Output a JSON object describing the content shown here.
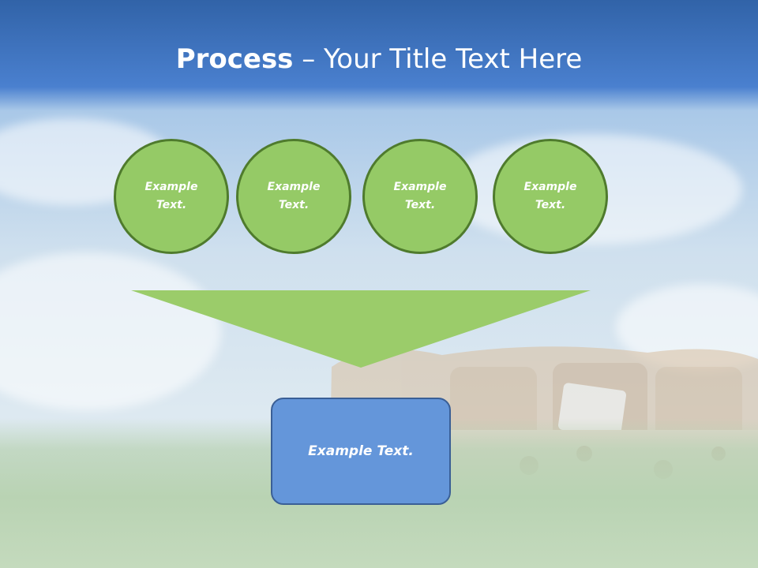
{
  "slide": {
    "title_bold": "Process",
    "title_rest": " – Your Title Text Here",
    "circles": [
      {
        "line1": "Example",
        "line2": "Text."
      },
      {
        "line1": "Example",
        "line2": "Text."
      },
      {
        "line1": "Example",
        "line2": "Text."
      },
      {
        "line1": "Example",
        "line2": "Text."
      }
    ],
    "result_box": "Example Text."
  },
  "colors": {
    "circle_fill": "#95ca66",
    "circle_border": "#4f7b2d",
    "funnel_fill": "#9bcc6a",
    "box_fill": "#6496da",
    "header_blue": "#3163a8"
  }
}
